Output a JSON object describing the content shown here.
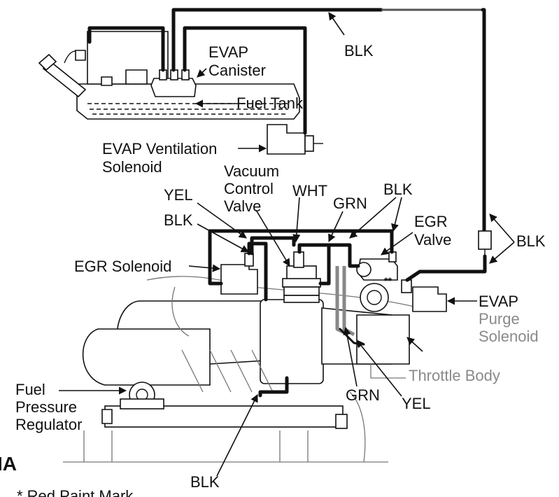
{
  "labels": {
    "blk_top": "BLK",
    "evap_canister_1": "EVAP",
    "evap_canister_2": "Canister",
    "fuel_tank": "Fuel Tank",
    "evap_vent_1": "EVAP Ventilation",
    "evap_vent_2": "Solenoid",
    "vacuum_1": "Vacuum",
    "vacuum_2": "Control",
    "vacuum_3": "Valve",
    "yel_top": "YEL",
    "blk_left": "BLK",
    "wht": "WHT",
    "grn_top": "GRN",
    "blk_mid": "BLK",
    "egr_valve_1": "EGR",
    "egr_valve_2": "Valve",
    "blk_right": "BLK",
    "egr_solenoid": "EGR Solenoid",
    "evap_purge_1": "EVAP",
    "evap_purge_2": "Purge",
    "evap_purge_3": "Solenoid",
    "throttle_body": "Throttle Body",
    "fuel_reg_1": "Fuel",
    "fuel_reg_2": "Pressure",
    "fuel_reg_3": "Regulator",
    "grn_bottom": "GRN",
    "yel_bottom": "YEL",
    "blk_bottom": "BLK",
    "partial_heading": "IA",
    "red_paint_note": "* Red Paint Mark",
    "stars": "**"
  },
  "colors": {
    "line": "#111111",
    "gray_text": "#8a8a8a",
    "background": "#ffffff"
  }
}
